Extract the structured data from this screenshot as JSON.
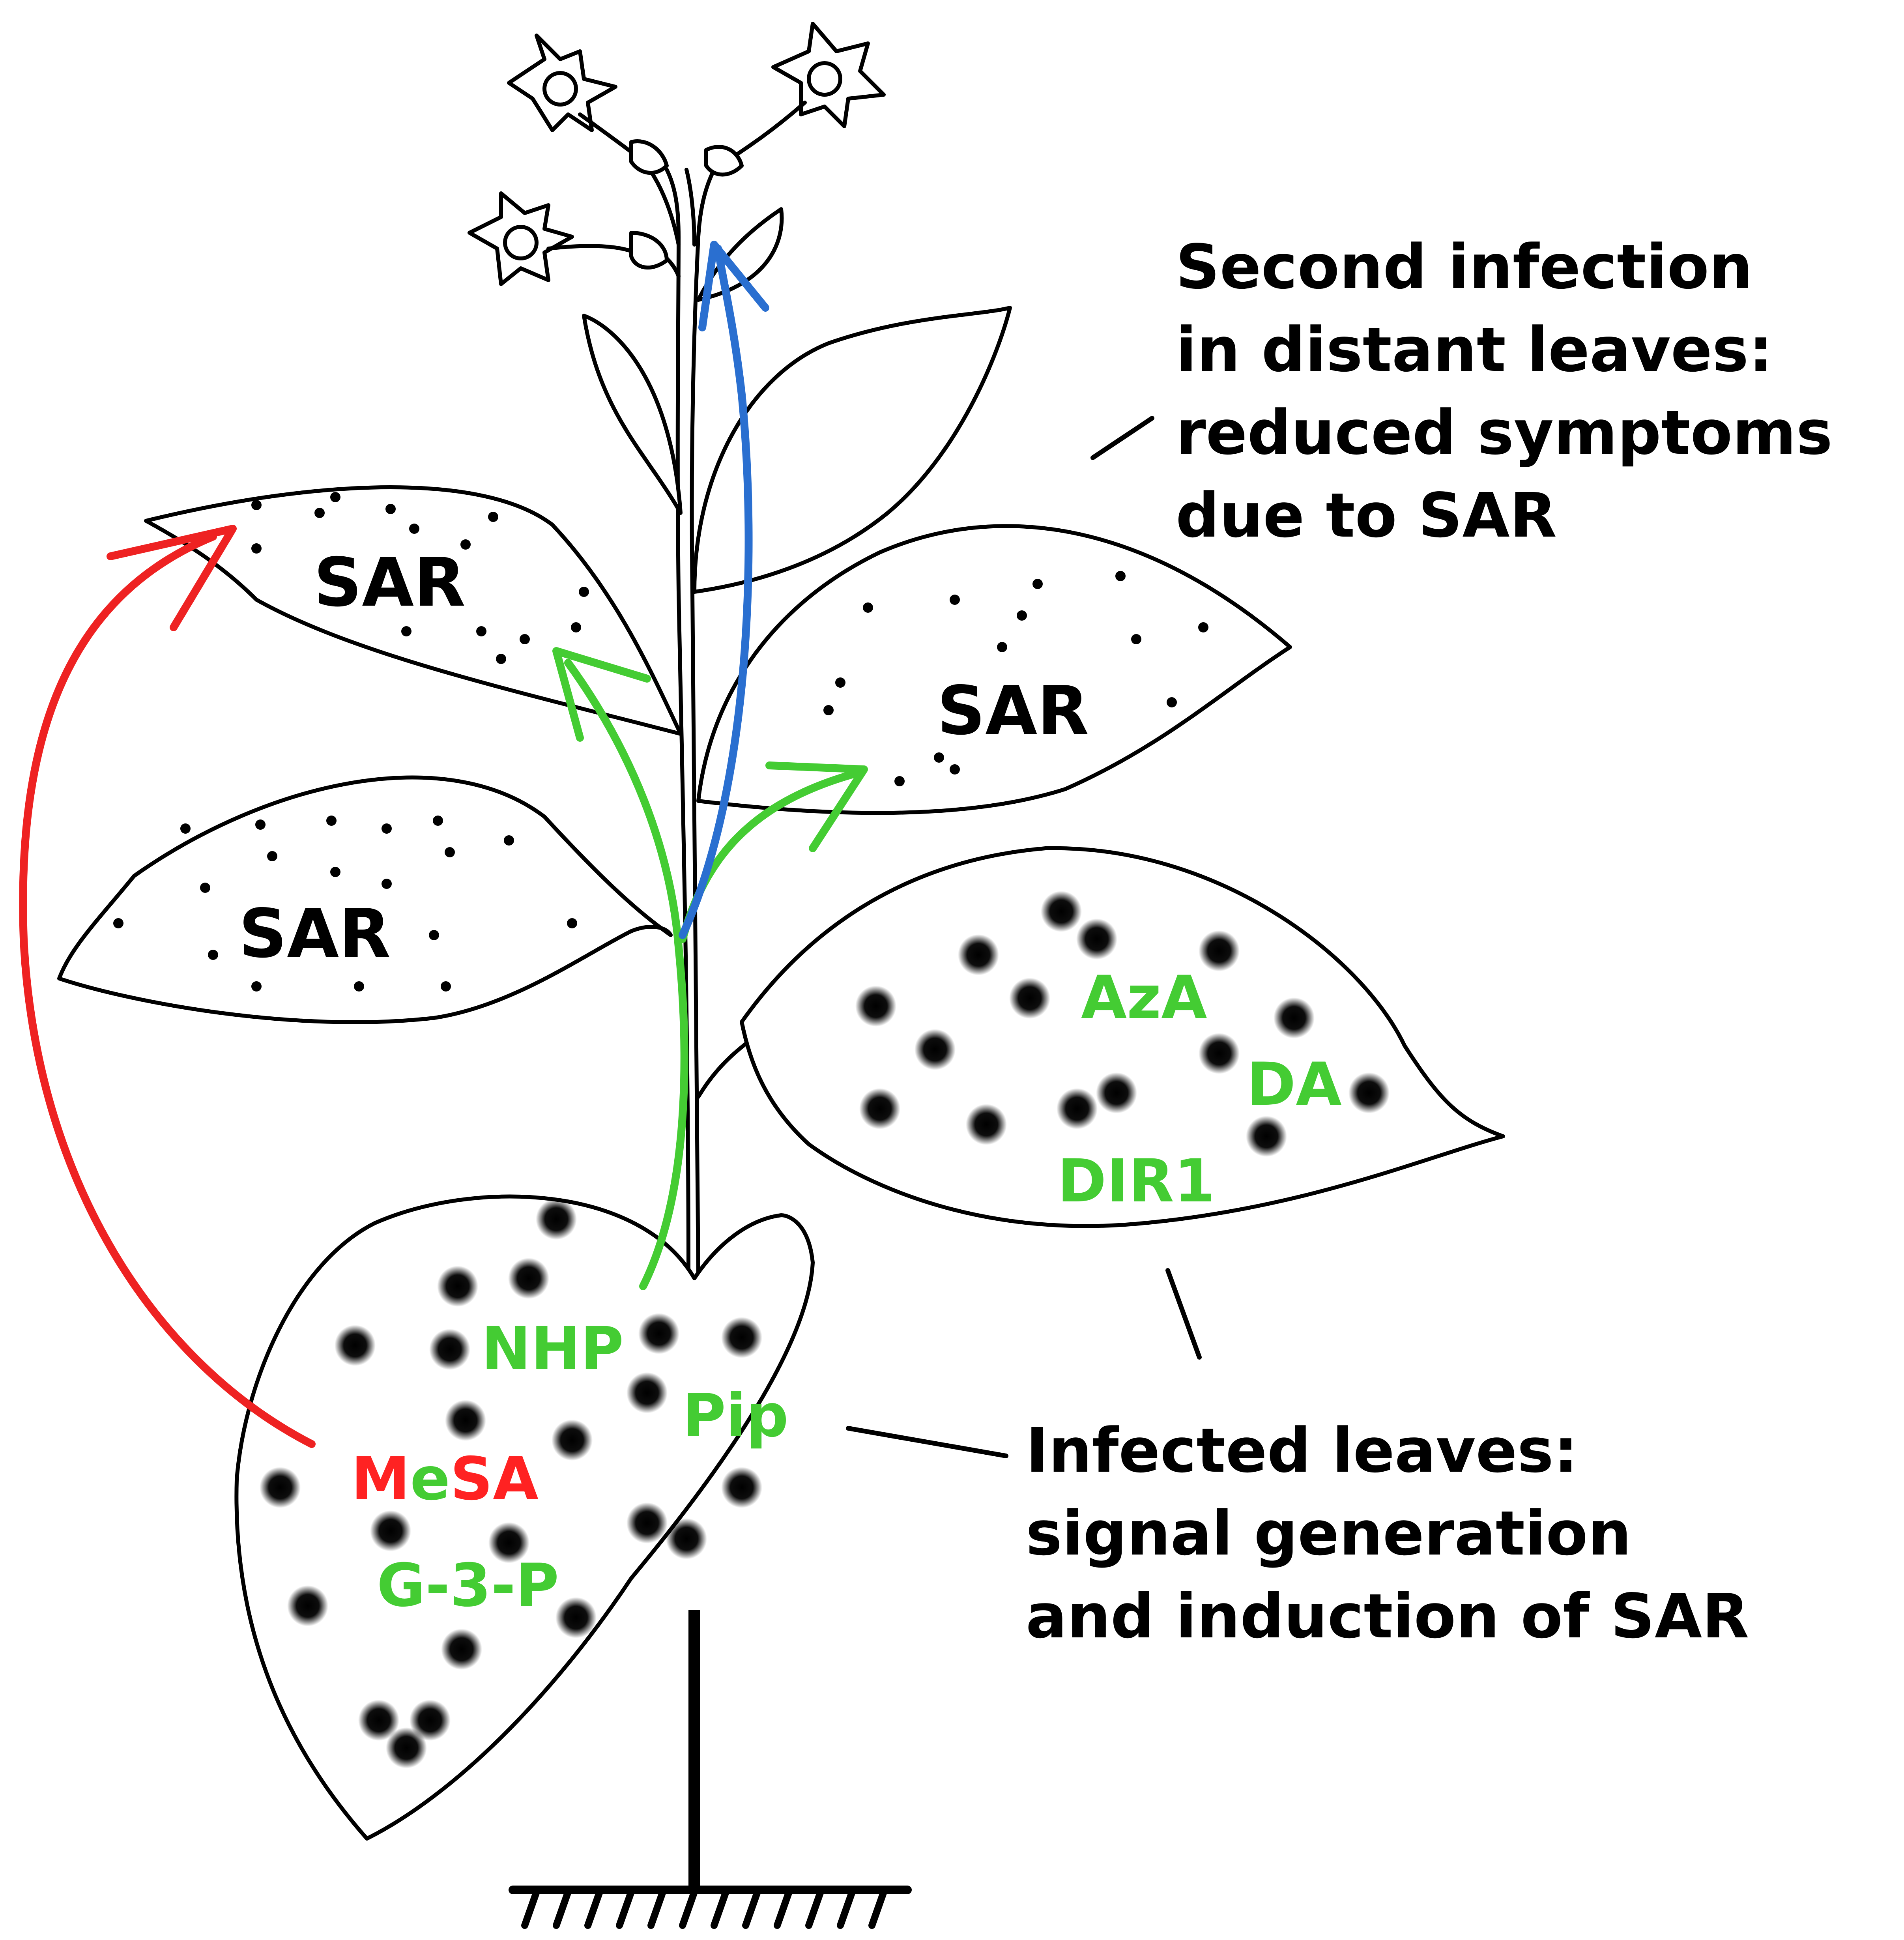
{
  "labels": {
    "sar_upper_left": "SAR",
    "sar_upper_right": "SAR",
    "sar_middle_left": "SAR",
    "second_infection_line1": "Second infection",
    "second_infection_line2": "in distant leaves:",
    "second_infection_line3": "reduced symptoms",
    "second_infection_line4": "due to SAR",
    "infected_line1": "Infected leaves:",
    "infected_line2": "signal generation",
    "infected_line3": "and induction of SAR",
    "azA": "AzA",
    "da": "DA",
    "dir1": "DIR1",
    "nhp": "NHP",
    "pip": "Pip",
    "mesa_me": "M",
    "mesa_e": "e",
    "mesa_sa": "SA",
    "g3p": "G-3-P"
  },
  "colors": {
    "outline": "#000000",
    "green_signal": "#44cc33",
    "red_signal": "#ee2222",
    "blue_signal": "#2a6fd0",
    "background": "#ffffff"
  }
}
